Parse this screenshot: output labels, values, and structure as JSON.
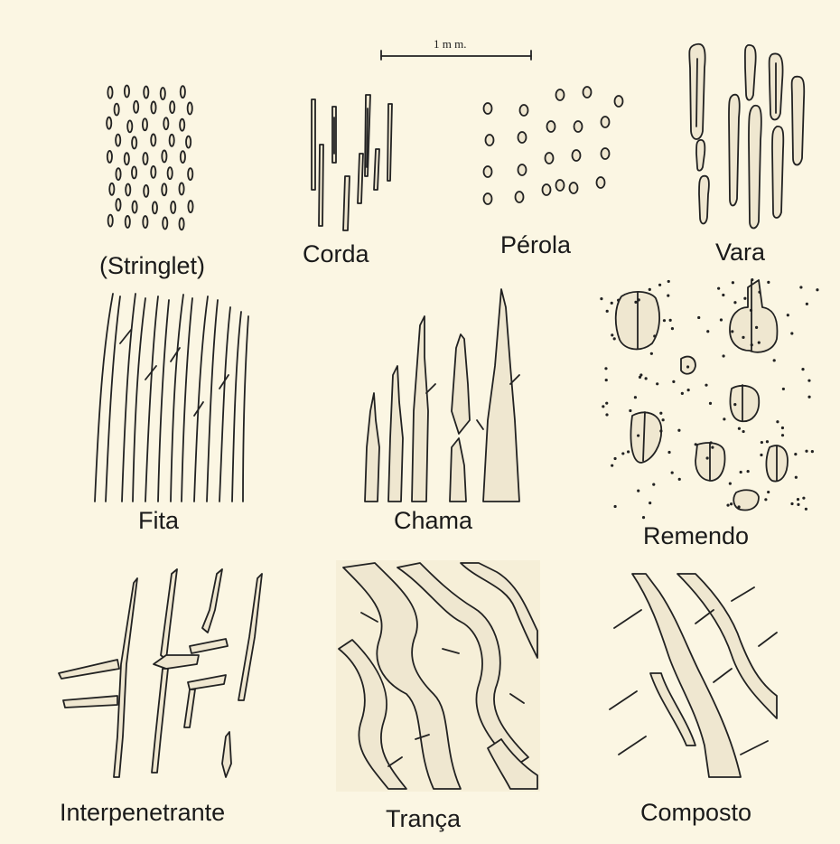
{
  "scale_bar": {
    "label": "1 m m."
  },
  "labels": {
    "stringlet": "(Stringlet)",
    "corda": "Corda",
    "perola": "Pérola",
    "vara": "Vara",
    "fita": "Fita",
    "chama": "Chama",
    "remendo": "Remendo",
    "interpenetrante": "Interpenetrante",
    "tranca": "Trança",
    "composto": "Composto"
  },
  "colors": {
    "background": "#fbf6e3",
    "ink": "#222222",
    "fill": "#efe7d0"
  }
}
